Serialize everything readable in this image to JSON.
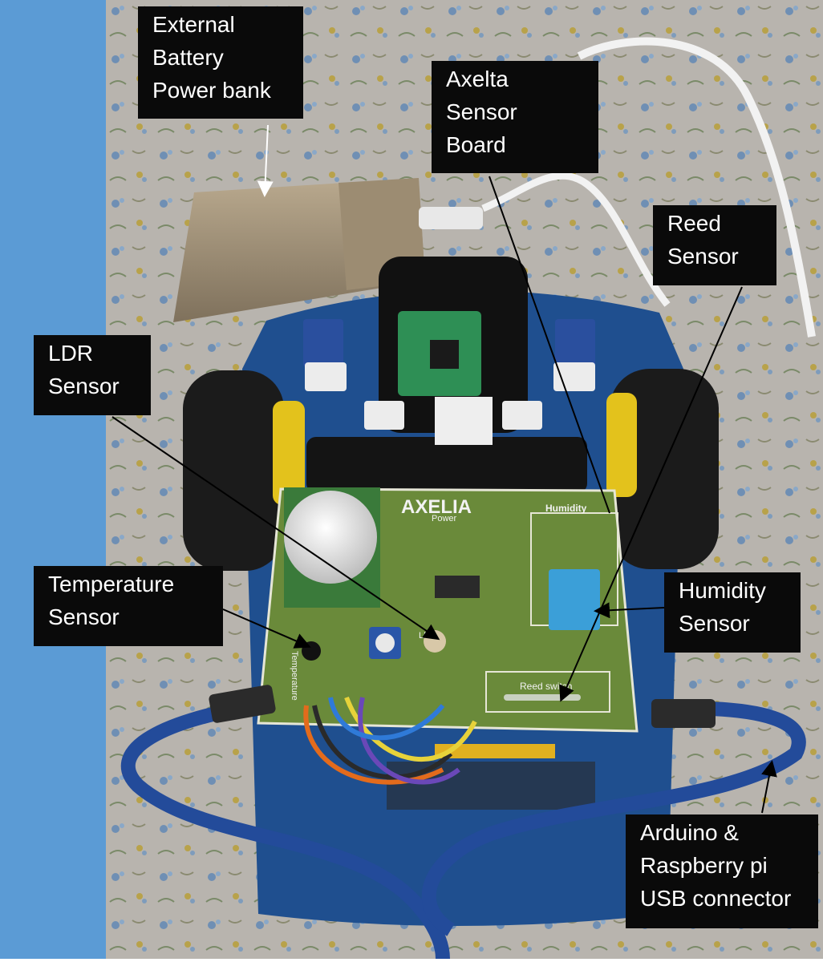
{
  "labels": {
    "external_battery": [
      "External",
      "Battery",
      "Power bank"
    ],
    "axelta_board": [
      "Axelta",
      "Sensor",
      "Board"
    ],
    "reed_sensor": [
      "Reed",
      "Sensor"
    ],
    "ldr_sensor": [
      "LDR",
      "Sensor"
    ],
    "temperature_sensor": [
      "Temperature",
      "Sensor"
    ],
    "humidity_sensor": [
      "Humidity",
      "Sensor"
    ],
    "usb_connector": [
      "Arduino &",
      "Raspberry pi",
      "USB connector"
    ]
  },
  "board": {
    "brand": "AXELIA",
    "humidity_silk": "Humidity",
    "reed_silk": "Reed switch",
    "power_silk": "Power",
    "ldr_silk": "LDR",
    "temperature_silk": "Temperature"
  },
  "colors": {
    "side_bar": "#5b9bd5",
    "label_bg": "#0a0a0a",
    "label_text": "#ffffff",
    "pcb_green": "#6a8a3a",
    "chassis_blue": "#1f4f8f"
  }
}
